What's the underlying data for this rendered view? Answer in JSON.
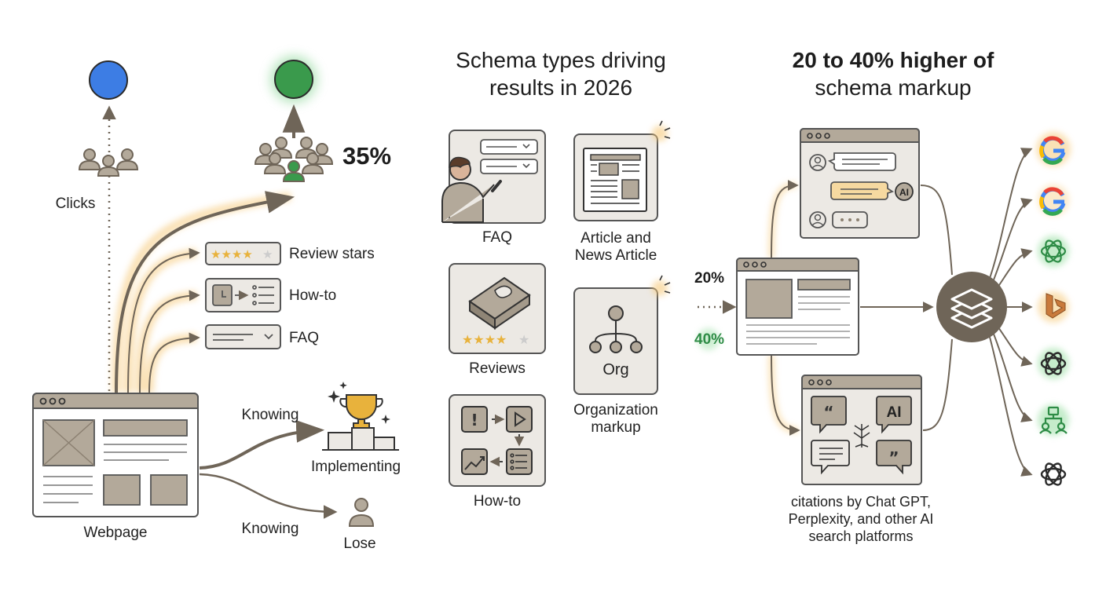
{
  "left": {
    "clicks_label": "Clicks",
    "gain_percent": "35%",
    "rich_results": [
      {
        "label": "Review stars",
        "icon": "stars-icon"
      },
      {
        "label": "How-to",
        "icon": "howto-steps-icon"
      },
      {
        "label": "FAQ",
        "icon": "dropdown-icon"
      }
    ],
    "webpage_label": "Webpage",
    "knowing_top": "Knowing",
    "implementing_label": "Implementing",
    "knowing_bottom": "Knowing",
    "lose_label": "Lose"
  },
  "middle": {
    "title_line1": "Schema types driving",
    "title_line2": "results in 2026",
    "cards": [
      {
        "label": "FAQ"
      },
      {
        "label_line1": "Article and",
        "label_line2": "News Article"
      },
      {
        "label": "Reviews"
      },
      {
        "card_text": "Org",
        "label_line1": "Organization",
        "label_line2": "markup"
      },
      {
        "label": "How-to"
      }
    ]
  },
  "right": {
    "title_line1": "20 to 40% higher of",
    "title_line2": "schema markup",
    "pct_low": "20%",
    "pct_high": "40%",
    "ai_badge": "AI",
    "ai_bubble": "AI",
    "caption_line1": "citations by Chat GPT,",
    "caption_line2": "Perplexity, and other AI",
    "caption_line3": "search platforms",
    "platform_icons": [
      "google-icon",
      "google-icon",
      "openai-icon",
      "bing-icon",
      "openai-icon",
      "sitemap-icon",
      "openai-icon"
    ]
  },
  "colors": {
    "ink": "#6f6558",
    "fill": "#b3a99a",
    "card_bg": "#ece9e4",
    "glow": "#f6c97a",
    "blue": "#3d7de4",
    "green": "#3a9a4c",
    "pct_green": "#2e8c46"
  }
}
